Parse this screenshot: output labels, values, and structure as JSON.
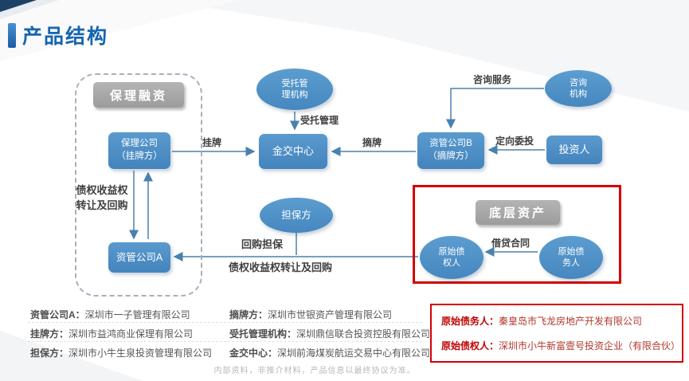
{
  "page": {
    "title": "产品结构",
    "footer": "内部资料，非推介材料，产品信息以最终协议为准。"
  },
  "colors": {
    "accent_blue": "#1565b0",
    "node_blue": "#4e92c8",
    "gray_label": "#a9a9a9",
    "highlight_red": "#c00000",
    "arrow_blue": "#4a80ad"
  },
  "diagram": {
    "groups": {
      "factoring_label": "保理融资",
      "underlying_label": "底层资产"
    },
    "nodes": {
      "trustee": "受托管\n理机构",
      "consulting": "咨询\n机构",
      "factoring_company": "保理公司\n（挂牌方）",
      "exchange_center": "金交中心",
      "asset_mgmt_b": "资管公司B\n（摘牌方）",
      "investor": "投资人",
      "guarantor": "担保方",
      "asset_mgmt_a": "资管公司A",
      "original_creditor": "原始债\n权人",
      "original_debtor": "原始债\n务人"
    },
    "edges": {
      "entrusted_mgmt": "受托管理",
      "listing": "挂牌",
      "delisting": "摘牌",
      "consulting_service": "咨询服务",
      "directed_investment": "定向委投",
      "transfer_repurchase_vertical": "债权收益权\n转让及回购",
      "repurchase_guarantee": "回购担保",
      "transfer_repurchase_horizontal": "债权收益权转让及回购",
      "loan_contract": "借贷合同"
    }
  },
  "legend": {
    "col1": [
      {
        "label": "资管公司A：",
        "value": "深圳市一子管理有限公司"
      },
      {
        "label": "挂牌方：",
        "value": "深圳市益鸿商业保理有限公司"
      },
      {
        "label": "担保方：",
        "value": "深圳市小牛生泉投资管理有限公司"
      }
    ],
    "col2": [
      {
        "label": "摘牌方：",
        "value": "深圳市世银资产管理有限公司"
      },
      {
        "label": "受托管理机构：",
        "value": "深圳鼎信联合投资控股有限公司"
      },
      {
        "label": "金交中心：",
        "value": "深圳前海煤炭航运交易中心有限公司"
      }
    ],
    "highlight": [
      {
        "label": "原始债务人：",
        "value": "秦皇岛市飞龙房地产开发有限公司"
      },
      {
        "label": "原始债权人：",
        "value": "深圳市小牛新富壹号投资企业（有限合伙）"
      }
    ]
  }
}
